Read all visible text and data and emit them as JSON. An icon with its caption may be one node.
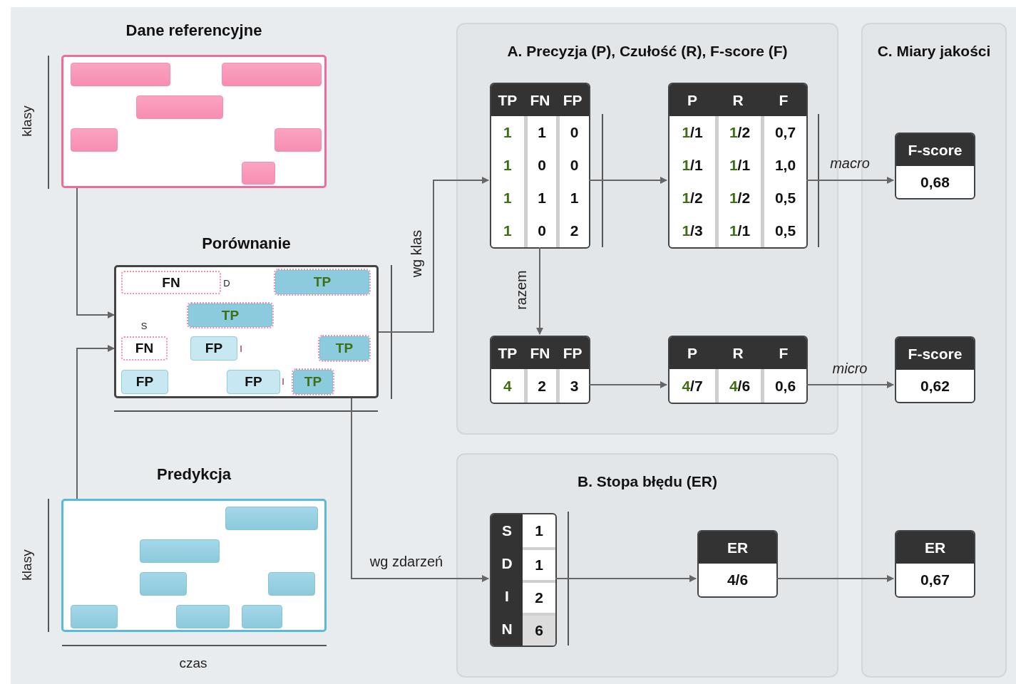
{
  "diagram": {
    "nodes": [
      {
        "text": [
          "Dane referencyjne"
        ]
      },
      {
        "text": [
          "Porównanie"
        ]
      },
      {
        "text": [
          "FN"
        ],
        "in": 1
      },
      {
        "text": [
          "TP"
        ],
        "in": 1
      },
      {
        "text": [
          "TP"
        ],
        "in": 1
      },
      {
        "text": [
          "FN"
        ],
        "in": 1
      },
      {
        "text": [
          "FP"
        ],
        "in": 1
      },
      {
        "text": [
          "TP"
        ],
        "in": 1
      },
      {
        "text": [
          "FP"
        ],
        "in": 1
      },
      {
        "text": [
          "FP"
        ],
        "in": 1
      },
      {
        "text": [
          "TP"
        ],
        "in": 1
      },
      {
        "text": [
          "Predykcja"
        ]
      },
      {
        "text": [
          "A. Precyzja (P), Czułość (R), F-score (F)"
        ]
      },
      {
        "text": [
          "TP",
          "FN",
          "FP",
          "1",
          "1",
          "0",
          "1",
          "0",
          "0",
          "1",
          "1",
          "1",
          "1",
          "0",
          "2"
        ],
        "in": 12
      },
      {
        "text": [
          "P",
          "R",
          "F",
          "1/1",
          "1/2",
          "0,7",
          "1/1",
          "1/1",
          "1,0",
          "1/2",
          "1/2",
          "0,5",
          "1/3",
          "1/1",
          "0,5"
        ],
        "in": 12
      },
      {
        "text": [
          "TP",
          "FN",
          "FP",
          "4",
          "2",
          "3"
        ],
        "in": 12
      },
      {
        "text": [
          "P",
          "R",
          "F",
          "4/7",
          "4/6",
          "0,6"
        ],
        "in": 12
      },
      {
        "text": [
          "B. Stopa błędu (ER)"
        ]
      },
      {
        "text": [
          "S",
          "1",
          "D",
          "1",
          "I",
          "2",
          "N",
          "6"
        ],
        "in": 17
      },
      {
        "text": [
          "ER",
          "4/6"
        ],
        "in": 17
      },
      {
        "text": [
          "C. Miary jakości"
        ]
      },
      {
        "text": [
          "F-score",
          "0,68"
        ],
        "in": 20
      },
      {
        "text": [
          "F-score",
          "0,62"
        ],
        "in": 20
      },
      {
        "text": [
          "ER",
          "0,67"
        ],
        "in": 20
      }
    ],
    "edges": [
      {
        "from": 0,
        "to": 1,
        "arrow": "to"
      },
      {
        "from": 11,
        "to": 1,
        "arrow": "to"
      },
      {
        "from": 1,
        "to": 13,
        "arrow": "to",
        "label": "wg klas"
      },
      {
        "from": 1,
        "to": 18,
        "arrow": "to",
        "label": "wg zdarzeń"
      },
      {
        "from": 13,
        "to": 14,
        "arrow": "to"
      },
      {
        "from": 13,
        "to": 15,
        "arrow": "to",
        "label": "razem"
      },
      {
        "from": 15,
        "to": 16,
        "arrow": "to"
      },
      {
        "from": 14,
        "to": 21,
        "arrow": "to",
        "label": "macro"
      },
      {
        "from": 16,
        "to": 22,
        "arrow": "to",
        "label": "micro"
      },
      {
        "from": 18,
        "to": 19,
        "arrow": "to"
      },
      {
        "from": 19,
        "to": 23,
        "arrow": "to"
      }
    ],
    "labels": [
      "klasy",
      "D",
      "S",
      "I",
      "I",
      "klasy",
      "czas"
    ]
  }
}
